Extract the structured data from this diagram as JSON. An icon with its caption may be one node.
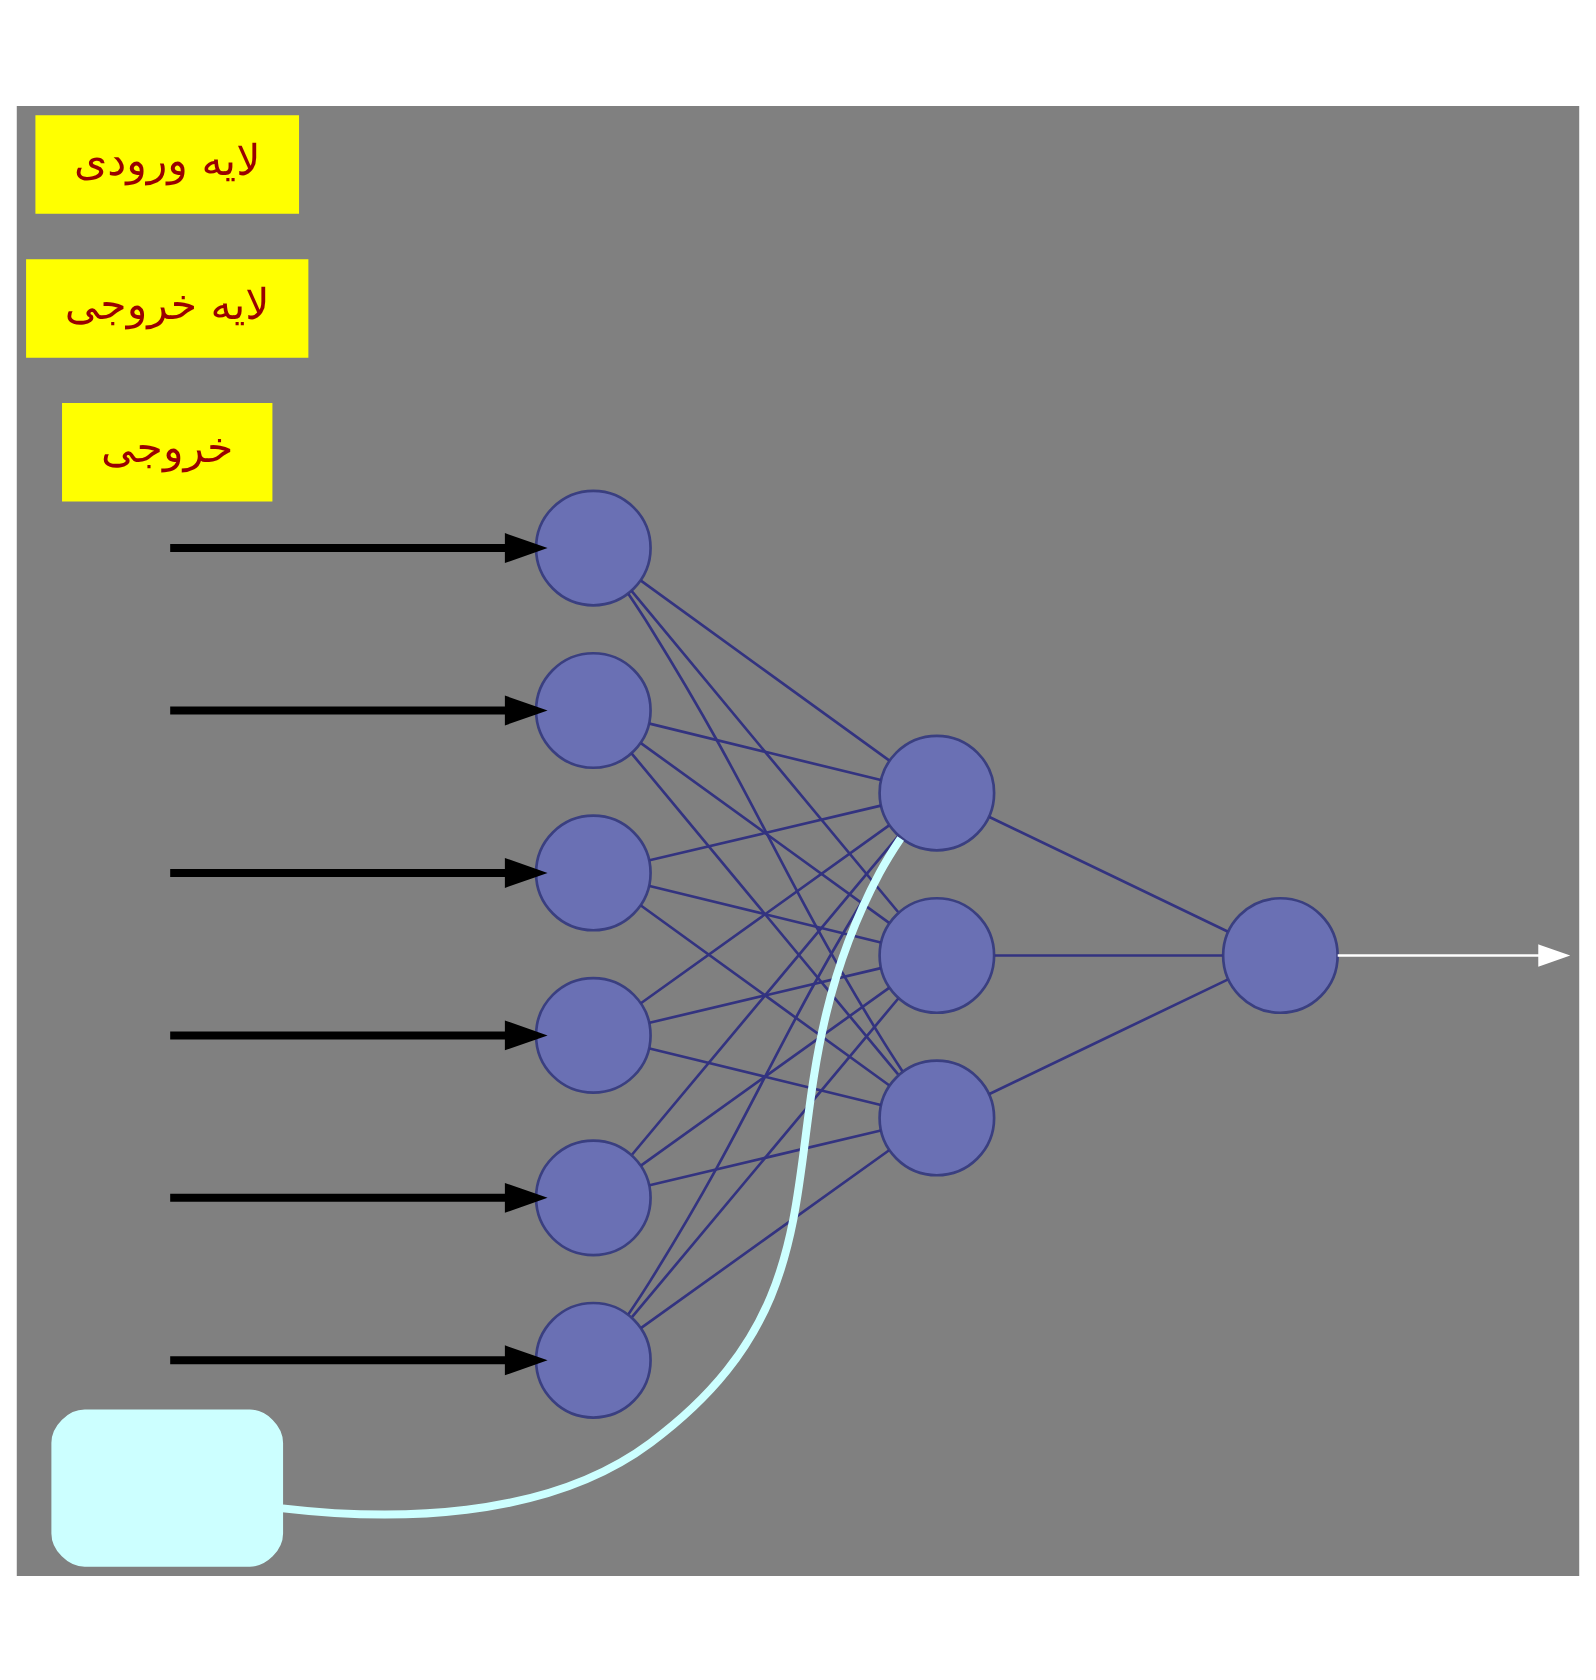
{
  "diagram": {
    "nodes": [
      {
        "text": [],
        "shape": "circle"
      },
      {
        "text": [],
        "shape": "circle"
      },
      {
        "text": [],
        "shape": "circle"
      },
      {
        "text": [],
        "shape": "circle"
      },
      {
        "text": [],
        "shape": "circle"
      },
      {
        "text": [],
        "shape": "circle"
      },
      {
        "text": [],
        "shape": "circle"
      },
      {
        "text": [],
        "shape": "circle"
      },
      {
        "text": [],
        "shape": "circle"
      },
      {
        "text": [],
        "shape": "circle"
      },
      {
        "text": [],
        "shape": "callout"
      },
      {
        "text": [
          "خروجی"
        ]
      },
      {
        "text": [
          "لایه خروجی"
        ]
      },
      {
        "text": [
          "لایه ورودی"
        ]
      }
    ],
    "edges": [
      {
        "from": null,
        "to": 0,
        "arrow": "to",
        "style": "thick",
        "color": "#000000"
      },
      {
        "from": null,
        "to": 1,
        "arrow": "to",
        "style": "thick",
        "color": "#000000"
      },
      {
        "from": null,
        "to": 2,
        "arrow": "to",
        "style": "thick",
        "color": "#000000"
      },
      {
        "from": null,
        "to": 3,
        "arrow": "to",
        "style": "thick",
        "color": "#000000"
      },
      {
        "from": null,
        "to": 4,
        "arrow": "to",
        "style": "thick",
        "color": "#000000"
      },
      {
        "from": null,
        "to": 5,
        "arrow": "to",
        "style": "thick",
        "color": "#000000"
      },
      {
        "from": 0,
        "to": 6,
        "arrow": "none"
      },
      {
        "from": 0,
        "to": 7,
        "arrow": "none"
      },
      {
        "from": 0,
        "to": 8,
        "arrow": "none"
      },
      {
        "from": 1,
        "to": 6,
        "arrow": "none"
      },
      {
        "from": 1,
        "to": 7,
        "arrow": "none"
      },
      {
        "from": 1,
        "to": 8,
        "arrow": "none"
      },
      {
        "from": 2,
        "to": 6,
        "arrow": "none"
      },
      {
        "from": 2,
        "to": 7,
        "arrow": "none"
      },
      {
        "from": 2,
        "to": 8,
        "arrow": "none"
      },
      {
        "from": 3,
        "to": 6,
        "arrow": "none"
      },
      {
        "from": 3,
        "to": 7,
        "arrow": "none"
      },
      {
        "from": 3,
        "to": 8,
        "arrow": "none"
      },
      {
        "from": 4,
        "to": 6,
        "arrow": "none"
      },
      {
        "from": 4,
        "to": 7,
        "arrow": "none"
      },
      {
        "from": 4,
        "to": 8,
        "arrow": "none"
      },
      {
        "from": 5,
        "to": 6,
        "arrow": "none"
      },
      {
        "from": 5,
        "to": 7,
        "arrow": "none"
      },
      {
        "from": 5,
        "to": 8,
        "arrow": "none"
      },
      {
        "from": 6,
        "to": 9,
        "arrow": "none"
      },
      {
        "from": 7,
        "to": 9,
        "arrow": "none"
      },
      {
        "from": 8,
        "to": 9,
        "arrow": "none"
      },
      {
        "from": 9,
        "to": null,
        "arrow": "to",
        "color": "#ffffff"
      },
      {
        "from": 10,
        "to": 6,
        "arrow": "none",
        "style": "thick",
        "color": "#ccffff"
      }
    ]
  }
}
